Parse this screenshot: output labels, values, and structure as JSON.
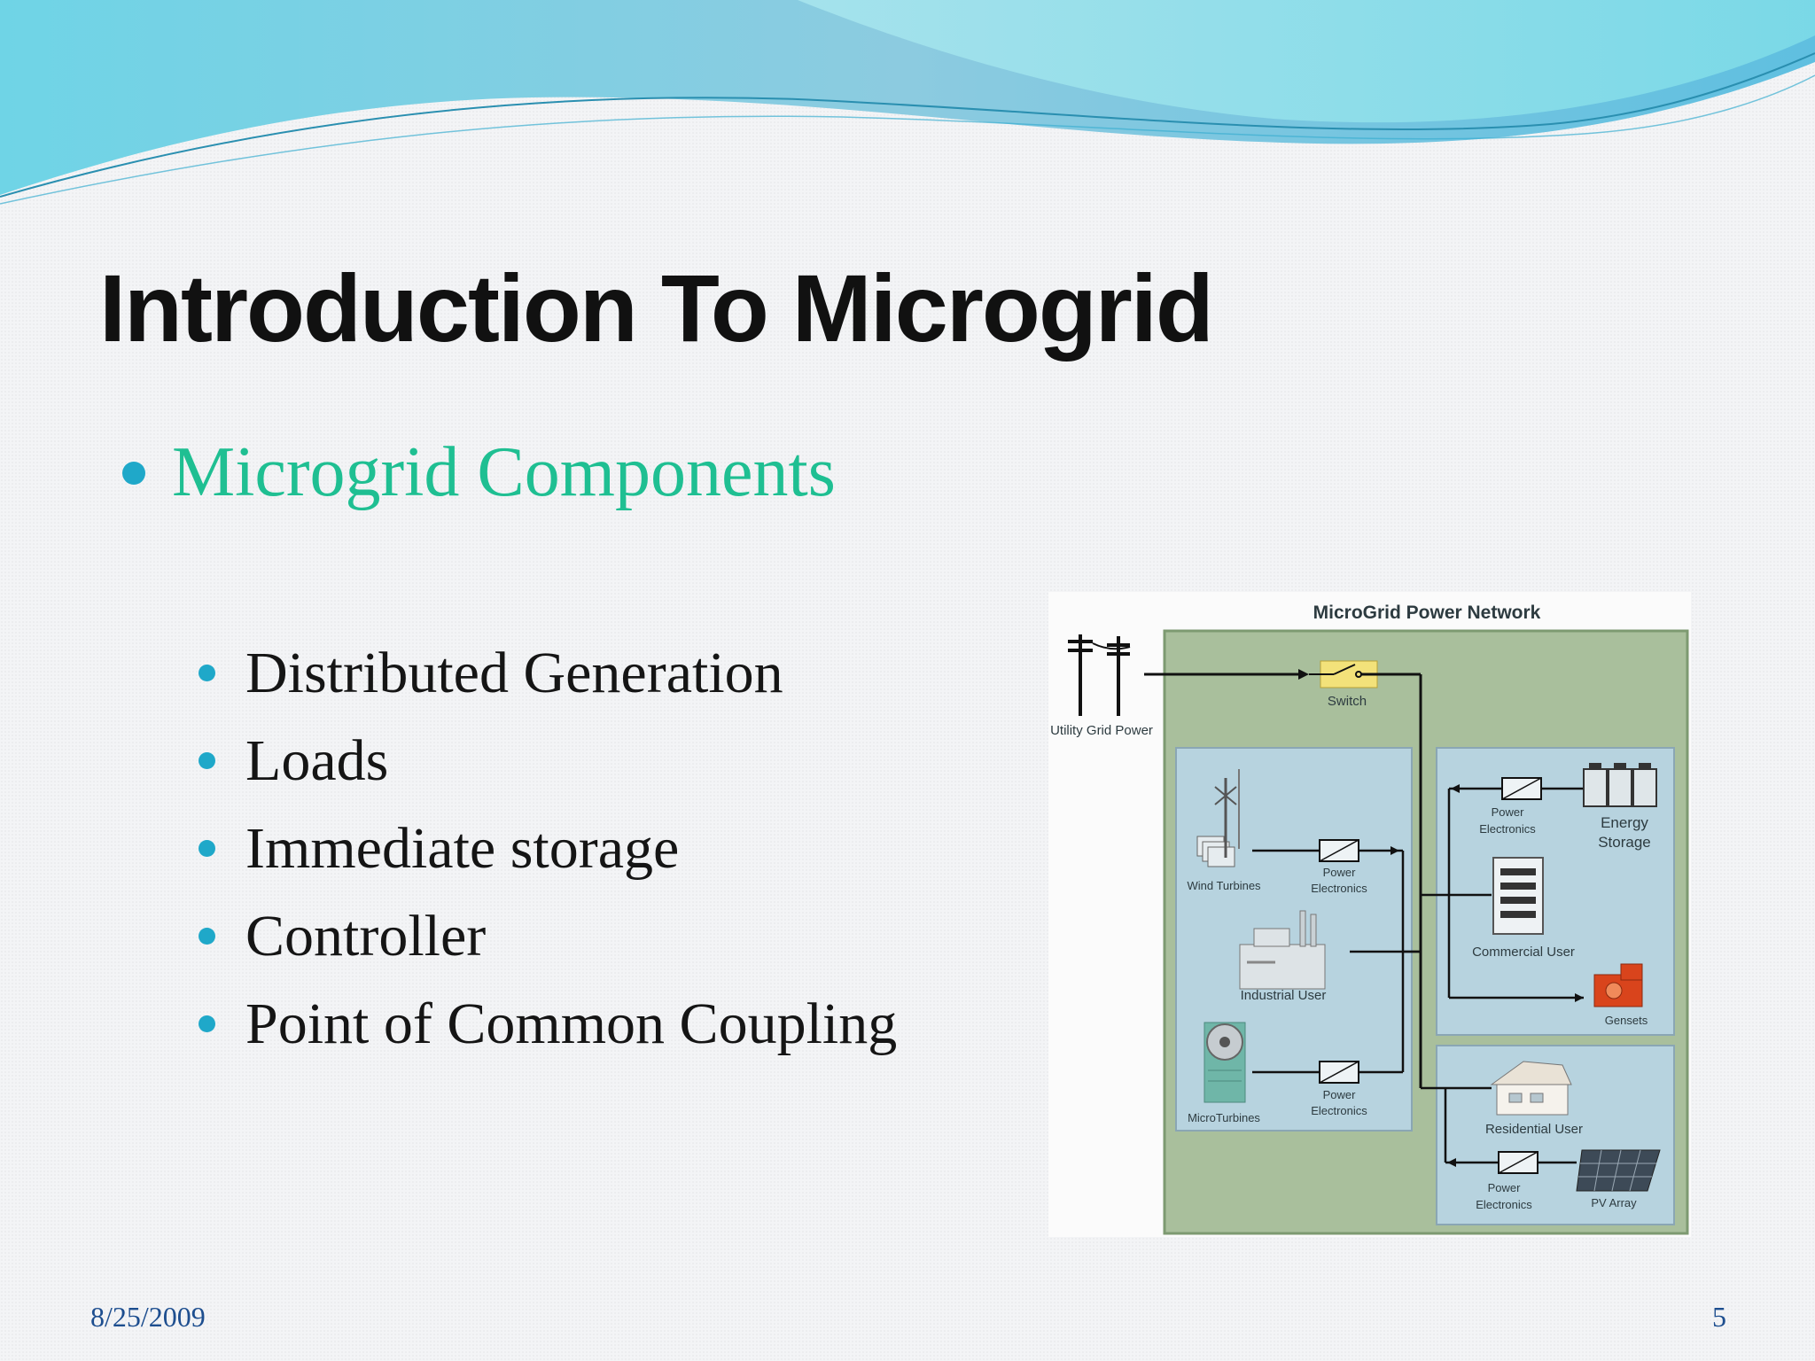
{
  "slide": {
    "title": "Introduction To Microgrid",
    "heading": "Microgrid Components",
    "items": [
      "Distributed Generation",
      "Loads",
      "Immediate storage",
      "Controller",
      "Point of Common Coupling"
    ],
    "date": "8/25/2009",
    "page_number": "5"
  },
  "diagram": {
    "title": "MicroGrid Power Network",
    "utility": "Utility Grid Power",
    "switch": "Switch",
    "wind_turbines": "Wind Turbines",
    "power_electronics_top_line1": "Power",
    "power_electronics_top_line2": "Electronics",
    "industrial_user": "Industrial User",
    "microturbines": "MicroTurbines",
    "power_electronics_bottom_line1": "Power",
    "power_electronics_bottom_line2": "Electronics",
    "power_electronics_storage_line1": "Power",
    "power_electronics_storage_line2": "Electronics",
    "energy_storage_line1": "Energy",
    "energy_storage_line2": "Storage",
    "commercial_user": "Commercial User",
    "gensets": "Gensets",
    "residential_user": "Residential User",
    "power_electronics_pv_line1": "Power",
    "power_electronics_pv_line2": "Electronics",
    "pv_array": "PV Array"
  },
  "colors": {
    "title": "#111111",
    "heading": "#1fbf92",
    "bullet": "#1fa8c9",
    "footer": "#1d4e8f",
    "diagram_outer": "#a9bf9c",
    "diagram_panel": "#b7d3df"
  }
}
